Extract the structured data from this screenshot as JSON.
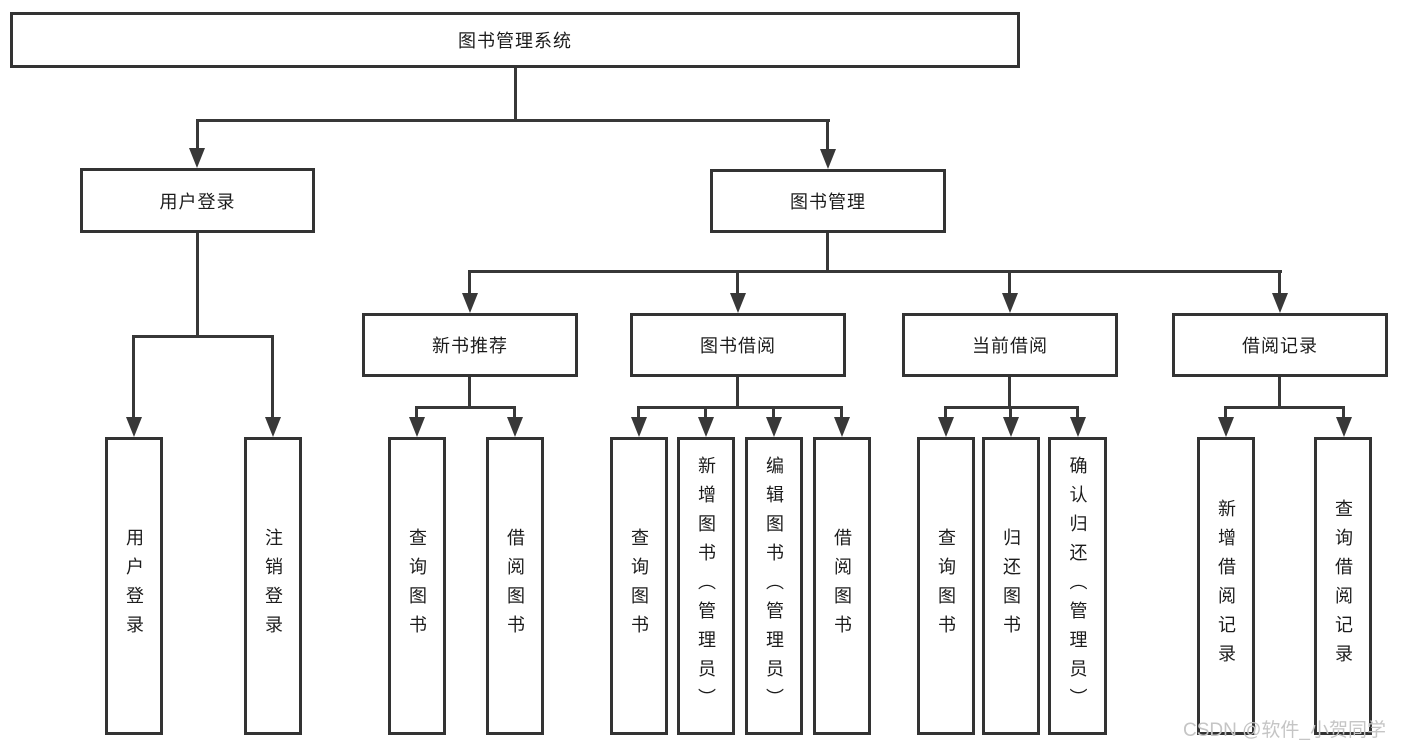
{
  "tree": {
    "root": "图书管理系统",
    "branches": [
      {
        "label": "用户登录",
        "children": [
          "用户登录",
          "注销登录"
        ]
      },
      {
        "label": "图书管理",
        "children": [
          {
            "label": "新书推荐",
            "children": [
              "查询图书",
              "借阅图书"
            ]
          },
          {
            "label": "图书借阅",
            "children": [
              "查询图书",
              "新增图书（管理员）",
              "编辑图书（管理员）",
              "借阅图书"
            ]
          },
          {
            "label": "当前借阅",
            "children": [
              "查询图书",
              "归还图书",
              "确认归还（管理员）"
            ]
          },
          {
            "label": "借阅记录",
            "children": [
              "新增借阅记录",
              "查询借阅记录"
            ]
          }
        ]
      }
    ]
  },
  "watermark": {
    "text": "CSDN @软件_小贺同学"
  },
  "colors": {
    "line": "#383838",
    "box_border": "#333333",
    "text": "#1c1c1c",
    "watermark": "#c5c5c5",
    "background": "#ffffff"
  }
}
